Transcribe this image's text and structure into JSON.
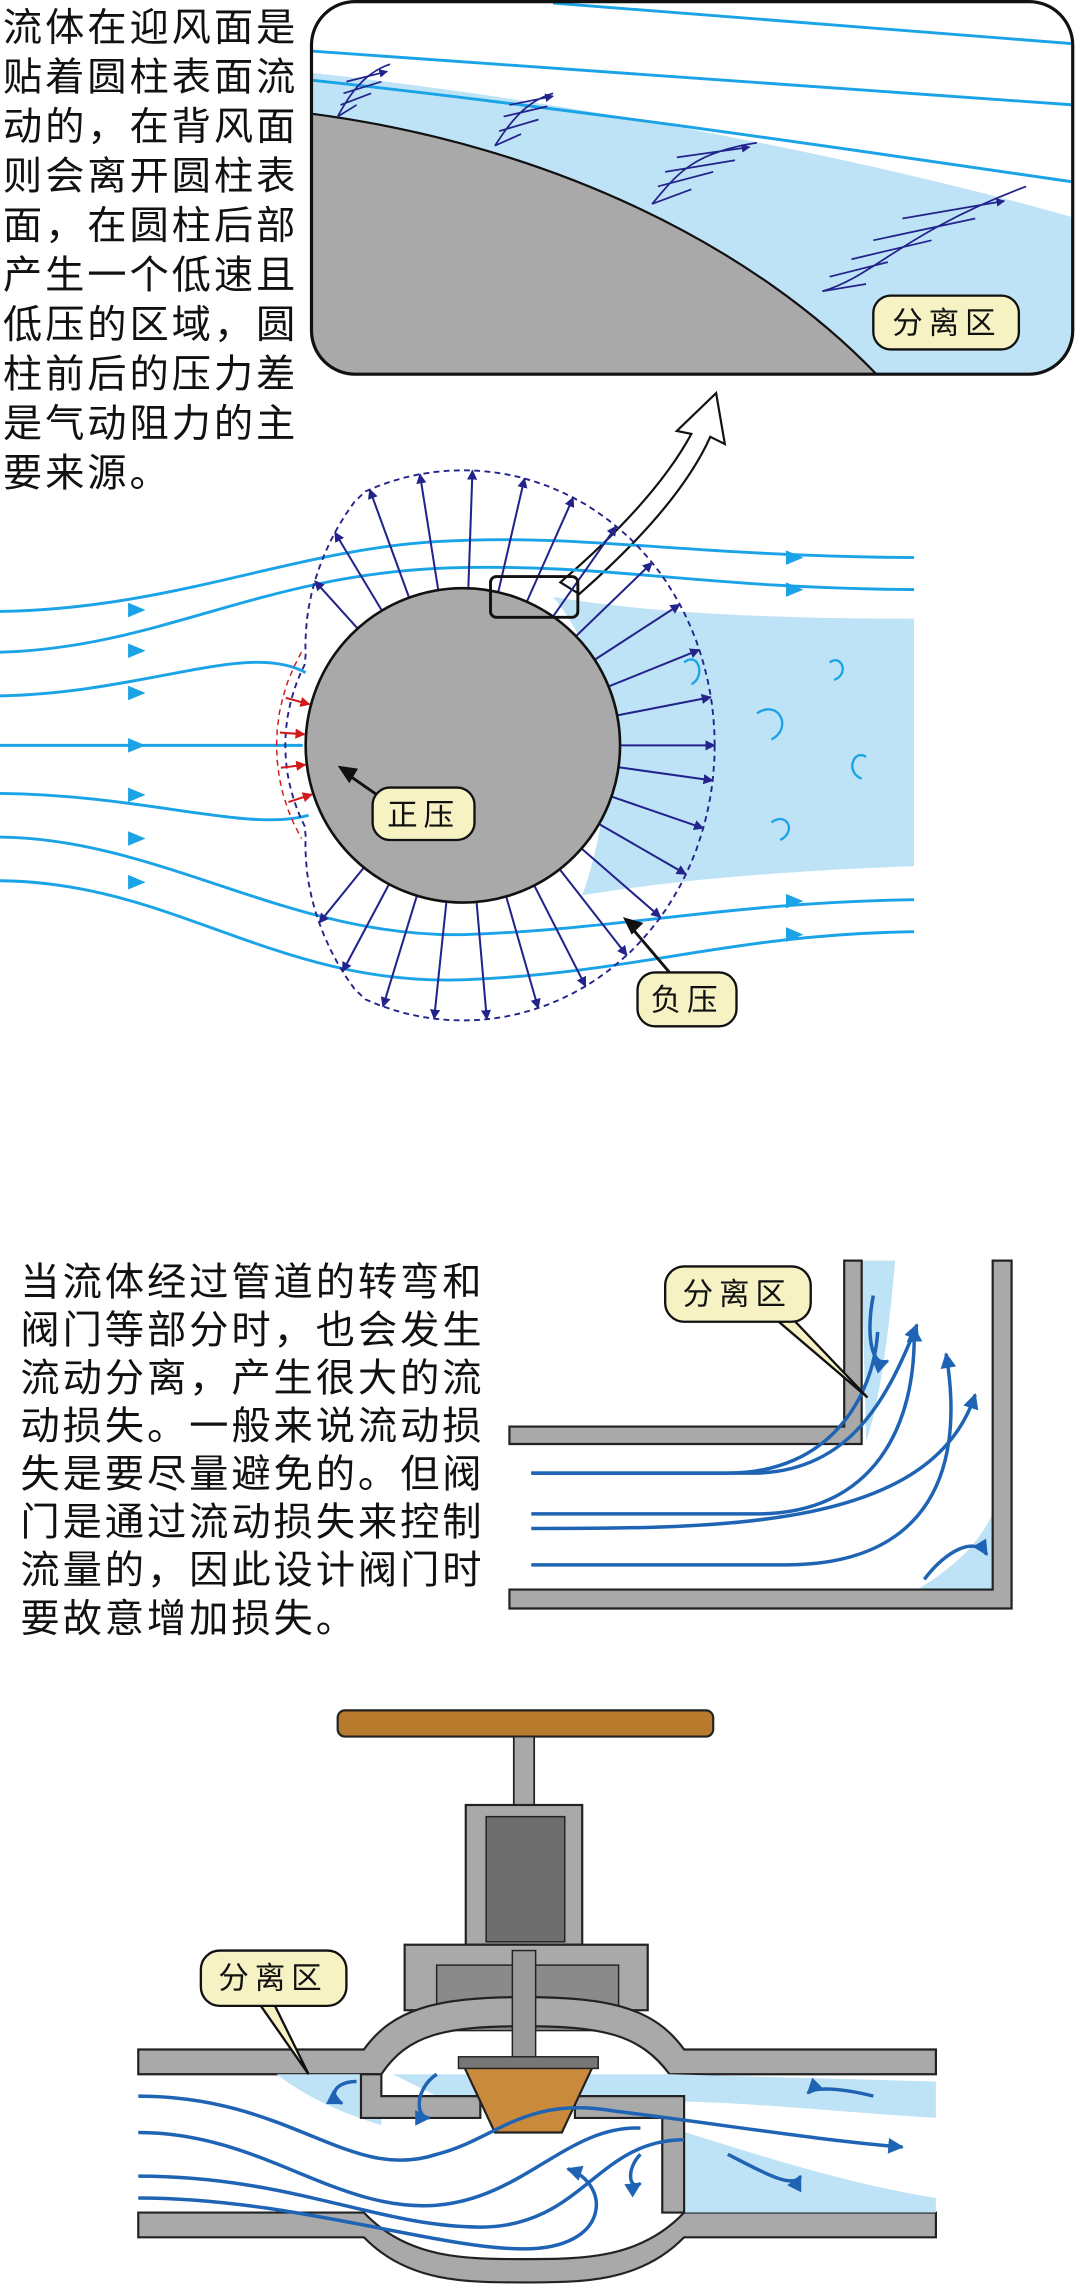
{
  "intro_text": {
    "lines": [
      "流体在迎风面是",
      "贴着圆柱表面流",
      "动的，在背风面",
      "则会离开圆柱表",
      "面，在圆柱后部",
      "产生一个低速且",
      "低压的区域，圆",
      "柱前后的压力差",
      "是气动阻力的主",
      "要来源。"
    ]
  },
  "cylinder_diagram": {
    "inset_label": "分离区",
    "positive_pressure_label": "正压",
    "negative_pressure_label": "负压"
  },
  "pipe_text": {
    "lines": [
      "当流体经过管道的转弯和",
      "阀门等部分时，也会发生",
      "流动分离，产生很大的流",
      "动损失。一般来说流动损",
      "失是要尽量避免的。但阀",
      "门是通过流动损失来控制",
      "流量的，因此设计阀门时",
      "要故意增加损失。"
    ]
  },
  "elbow_diagram": {
    "label": "分离区"
  },
  "valve_diagram": {
    "label": "分离区"
  },
  "colors": {
    "streamline": "#1aa3e6",
    "pipe_streamline": "#1f64b4",
    "separation_zone": "#bfe3f6",
    "solid": "#a9a9a9",
    "pressure_arrow": "#23238c",
    "positive_arrow": "#d11a1a",
    "label_bg": "#f6f2c4",
    "bronze": "#b87a2c"
  }
}
